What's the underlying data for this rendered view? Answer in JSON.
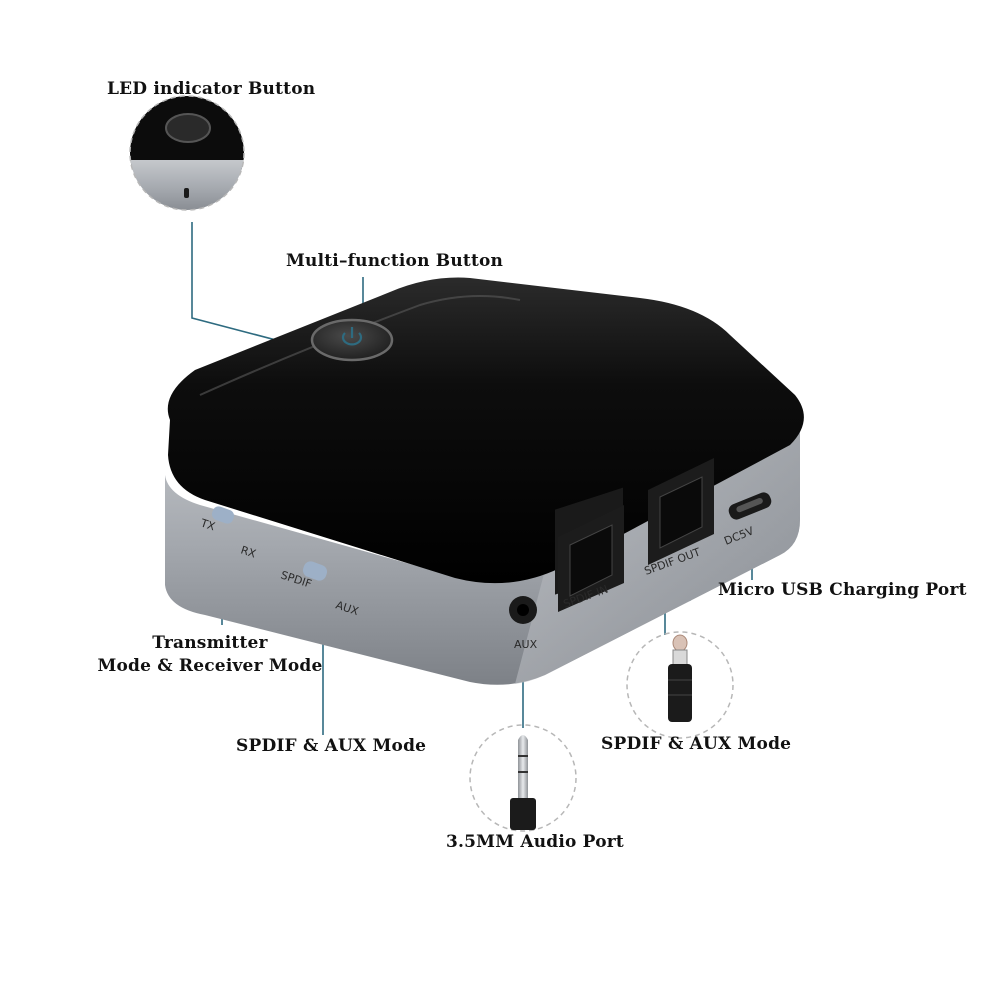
{
  "callouts": {
    "led_indicator": "LED indicator Button",
    "multi_function": "Multi–function Button",
    "micro_usb": "Micro USB Charging Port",
    "transmitter_line1": "Transmitter",
    "transmitter_line2": "Mode & Receiver Mode",
    "spdif_aux_left": "SPDIF & AUX Mode",
    "spdif_aux_right": "SPDIF & AUX Mode",
    "audio_port": "3.5MM Audio Port"
  },
  "device_labels": {
    "tx": "TX",
    "rx": "RX",
    "spdif": "SPDIF",
    "aux_switch": "AUX",
    "aux_jack": "AUX",
    "spdif_in": "SPDIF IN",
    "spdif_out": "SPDIF OUT",
    "dc5v": "DC5V"
  },
  "colors": {
    "leader_line": "#2e6b80",
    "device_top": "#0b0b0b",
    "device_side": "#a9adb3"
  },
  "icons": {
    "power": "power-icon"
  }
}
